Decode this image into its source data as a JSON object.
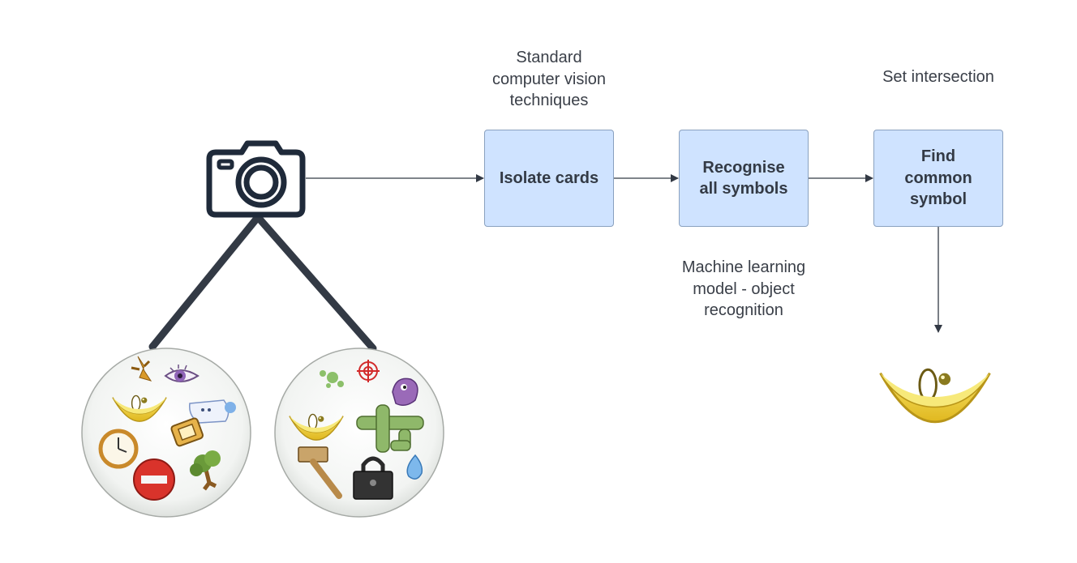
{
  "steps": [
    {
      "id": "isolate",
      "lines": [
        "Isolate cards"
      ],
      "note": [
        "Standard",
        "computer vision",
        "techniques"
      ]
    },
    {
      "id": "recognise",
      "lines": [
        "Recognise",
        "all symbols"
      ],
      "note": [
        "Machine learning",
        "model - object",
        "recognition"
      ]
    },
    {
      "id": "find",
      "lines": [
        "Find",
        "common",
        "symbol"
      ],
      "note": [
        "Set intersection"
      ]
    }
  ],
  "colors": {
    "box_fill": "#cfe3ff",
    "box_border": "#8aa1bf",
    "icon": "#1f2a3a",
    "arrow": "#333a45",
    "moon": "#efd23a"
  },
  "icons": [
    "camera-icon",
    "moon-symbol-icon"
  ],
  "cards": [
    {
      "name": "card-left",
      "symbols": [
        "scorpion",
        "eye",
        "moon",
        "ghost",
        "clock",
        "trophy",
        "stop-sign",
        "tree"
      ]
    },
    {
      "name": "card-right",
      "symbols": [
        "splat",
        "target",
        "bird",
        "moon",
        "cactus",
        "hammer",
        "padlock",
        "drop"
      ]
    }
  ]
}
